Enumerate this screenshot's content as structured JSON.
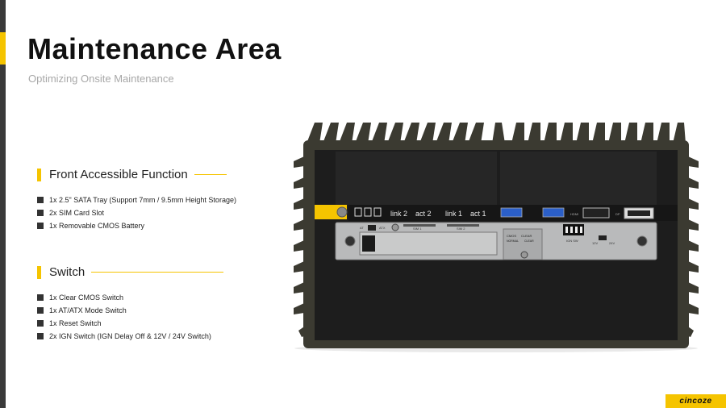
{
  "title": "Maintenance Area",
  "subtitle": "Optimizing Onsite Maintenance",
  "sections": [
    {
      "title": "Front Accessible Function",
      "items": [
        "1x 2.5\" SATA Tray (Support 7mm / 9.5mm Height Storage)",
        "2x SIM Card Slot",
        "1x Removable CMOS Battery"
      ]
    },
    {
      "title": "Switch",
      "items": [
        "1x Clear CMOS Switch",
        "1x AT/ATX Mode Switch",
        "1x Reset Switch",
        "2x IGN Switch (IGN Delay Off & 12V / 24V Switch)"
      ]
    }
  ],
  "device": {
    "led_labels": [
      "link 2",
      "act 2",
      "link 1",
      "act 1"
    ],
    "switch_labels": [
      "AT",
      "ATX"
    ],
    "sim_labels": [
      "SIM 1",
      "SIM 2"
    ],
    "cmos_labels": [
      "CMOS",
      "CLEAR",
      "NORMAL",
      "CLEAR"
    ],
    "port_labels": [
      "HDMI",
      "DP",
      "IGN SW",
      "12V",
      "24V"
    ]
  },
  "logo": "cincoze",
  "colors": {
    "accent": "#f5c400",
    "chassis": "#3b3a31",
    "panel": "#b9babb"
  }
}
